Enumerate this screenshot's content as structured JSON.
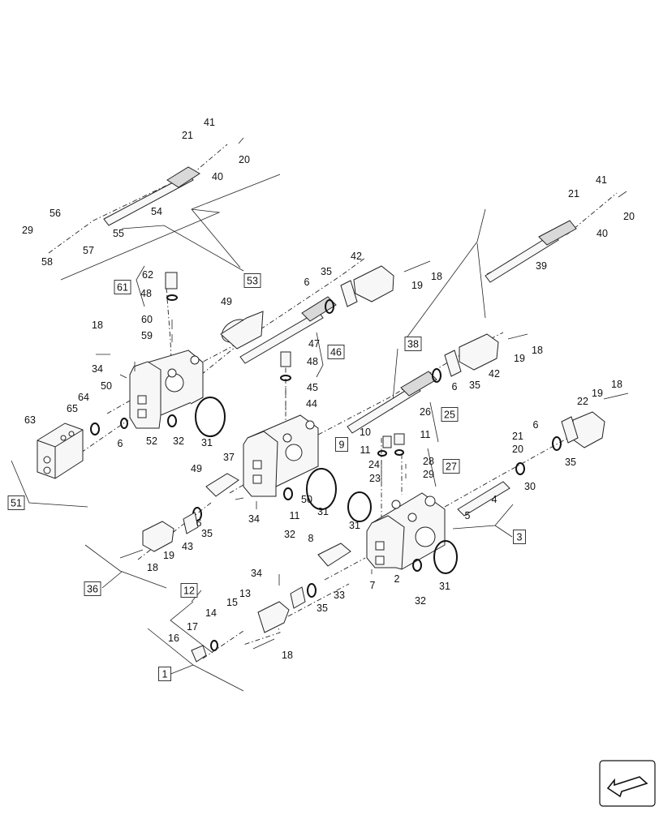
{
  "diagram": {
    "type": "exploded-parts-view",
    "boxed_refs": [
      "1",
      "3",
      "9",
      "12",
      "25",
      "27",
      "36",
      "38",
      "46",
      "51",
      "53",
      "61"
    ],
    "part_numbers": [
      "2",
      "4",
      "5",
      "6",
      "7",
      "8",
      "10",
      "11",
      "13",
      "14",
      "15",
      "16",
      "17",
      "18",
      "19",
      "20",
      "21",
      "22",
      "23",
      "24",
      "26",
      "28",
      "29",
      "30",
      "31",
      "32",
      "33",
      "34",
      "35",
      "37",
      "39",
      "40",
      "41",
      "42",
      "43",
      "44",
      "45",
      "47",
      "48",
      "49",
      "50",
      "52",
      "54",
      "55",
      "56",
      "57",
      "58",
      "59",
      "60",
      "62",
      "63",
      "64",
      "65"
    ]
  },
  "navigation": {
    "icon": "arrow-icon"
  }
}
